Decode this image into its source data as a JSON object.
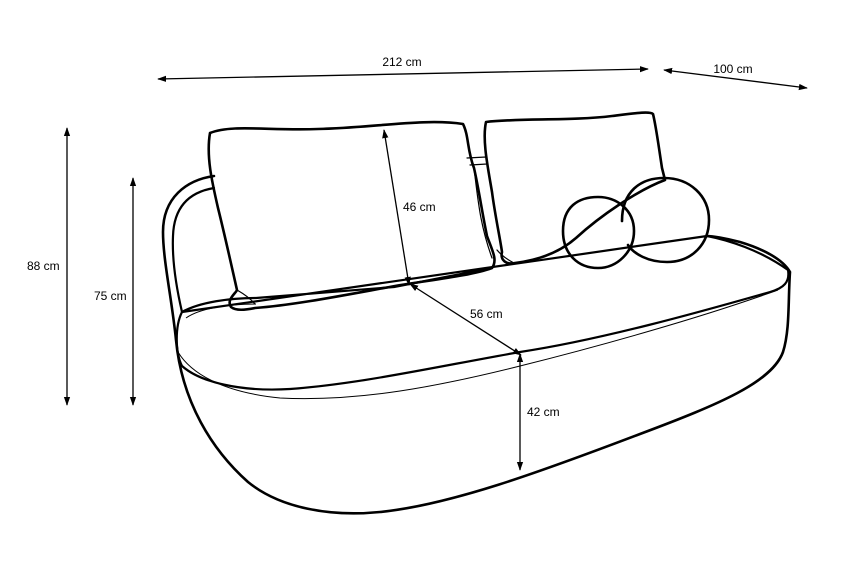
{
  "colors": {
    "stroke": "#000000",
    "background": "#ffffff"
  },
  "dimensions": {
    "width": "212 cm",
    "depth": "100 cm",
    "total_height": "88 cm",
    "arm_height": "75 cm",
    "backrest_height": "46 cm",
    "seat_depth": "56 cm",
    "seat_height": "42 cm"
  }
}
